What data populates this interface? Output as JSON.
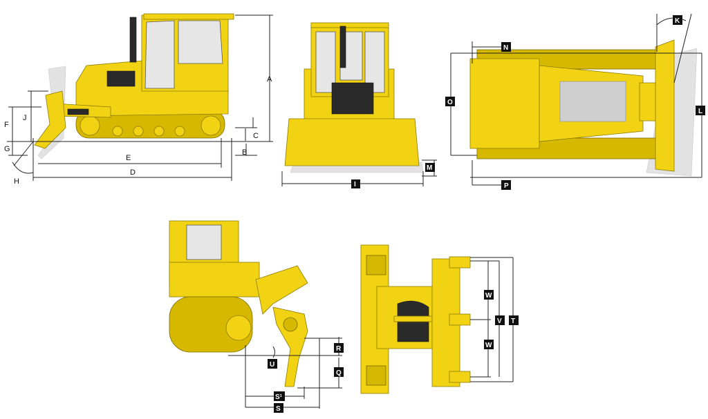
{
  "diagram": {
    "side_view_labels": {
      "A": "A",
      "B": "B",
      "C": "C",
      "D": "D",
      "E": "E",
      "F": "F",
      "G": "G",
      "H": "H",
      "J": "J"
    },
    "front_view_labels": {
      "I": "I",
      "M": "M"
    },
    "top_view_labels": {
      "K": "K",
      "L": "L",
      "N": "N",
      "O": "O",
      "P": "P"
    },
    "ripper_side_labels": {
      "R": "R",
      "Q": "Q",
      "U": "U",
      "S1": "S¹",
      "S": "S"
    },
    "ripper_rear_labels": {
      "W1": "W",
      "W2": "W",
      "V": "V",
      "T": "T"
    },
    "colors": {
      "machine": "#f2d313",
      "label_box": "#111111",
      "dimension_line": "#222222"
    }
  }
}
